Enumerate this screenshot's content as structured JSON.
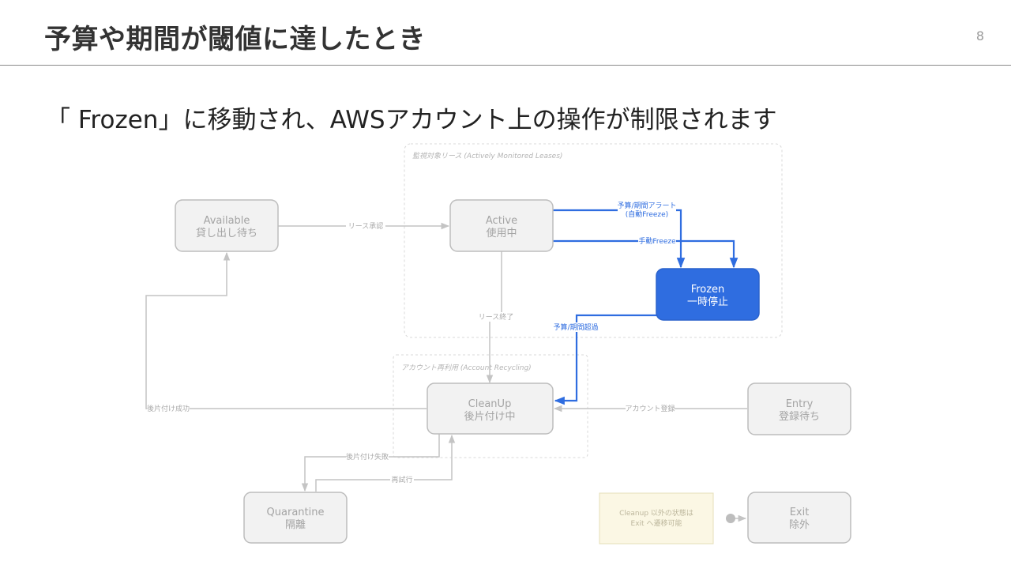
{
  "slide": {
    "title": "予算や期間が閾値に達したとき",
    "page_number": "8",
    "subtitle": "「 Frozen」に移動され、AWSアカウント上の操作が制限されます"
  },
  "diagram": {
    "groups": {
      "monitored": "監視対象リース (Actively Monitored Leases)",
      "recycling": "アカウント再利用 (Account Recycling)"
    },
    "nodes": {
      "available": {
        "name": "Available",
        "label": "貸し出し待ち"
      },
      "active": {
        "name": "Active",
        "label": "使用中"
      },
      "frozen": {
        "name": "Frozen",
        "label": "一時停止"
      },
      "cleanup": {
        "name": "CleanUp",
        "label": "後片付け中"
      },
      "entry": {
        "name": "Entry",
        "label": "登録待ち"
      },
      "quarantine": {
        "name": "Quarantine",
        "label": "隔離"
      },
      "exit": {
        "name": "Exit",
        "label": "除外"
      }
    },
    "edges": {
      "lease_approval": "リース承認",
      "budget_alert_line1": "予算/期間アラート",
      "budget_alert_line2": "(自動Freeze)",
      "manual_freeze": "手動Freeze",
      "lease_end": "リース終了",
      "budget_exceeded": "予算/期間超過",
      "cleanup_success": "後片付け成功",
      "account_registration": "アカウント登録",
      "cleanup_failure": "後片付け失敗",
      "retry": "再試行"
    },
    "note": {
      "line1": "Cleanup 以外の状態は",
      "line2": "Exit へ遷移可能"
    },
    "colors": {
      "frozen_fill": "#2f6de0",
      "node_fill": "#f2f2f2",
      "node_border": "#bdbdbd",
      "note_fill": "#fbf7e4"
    }
  }
}
